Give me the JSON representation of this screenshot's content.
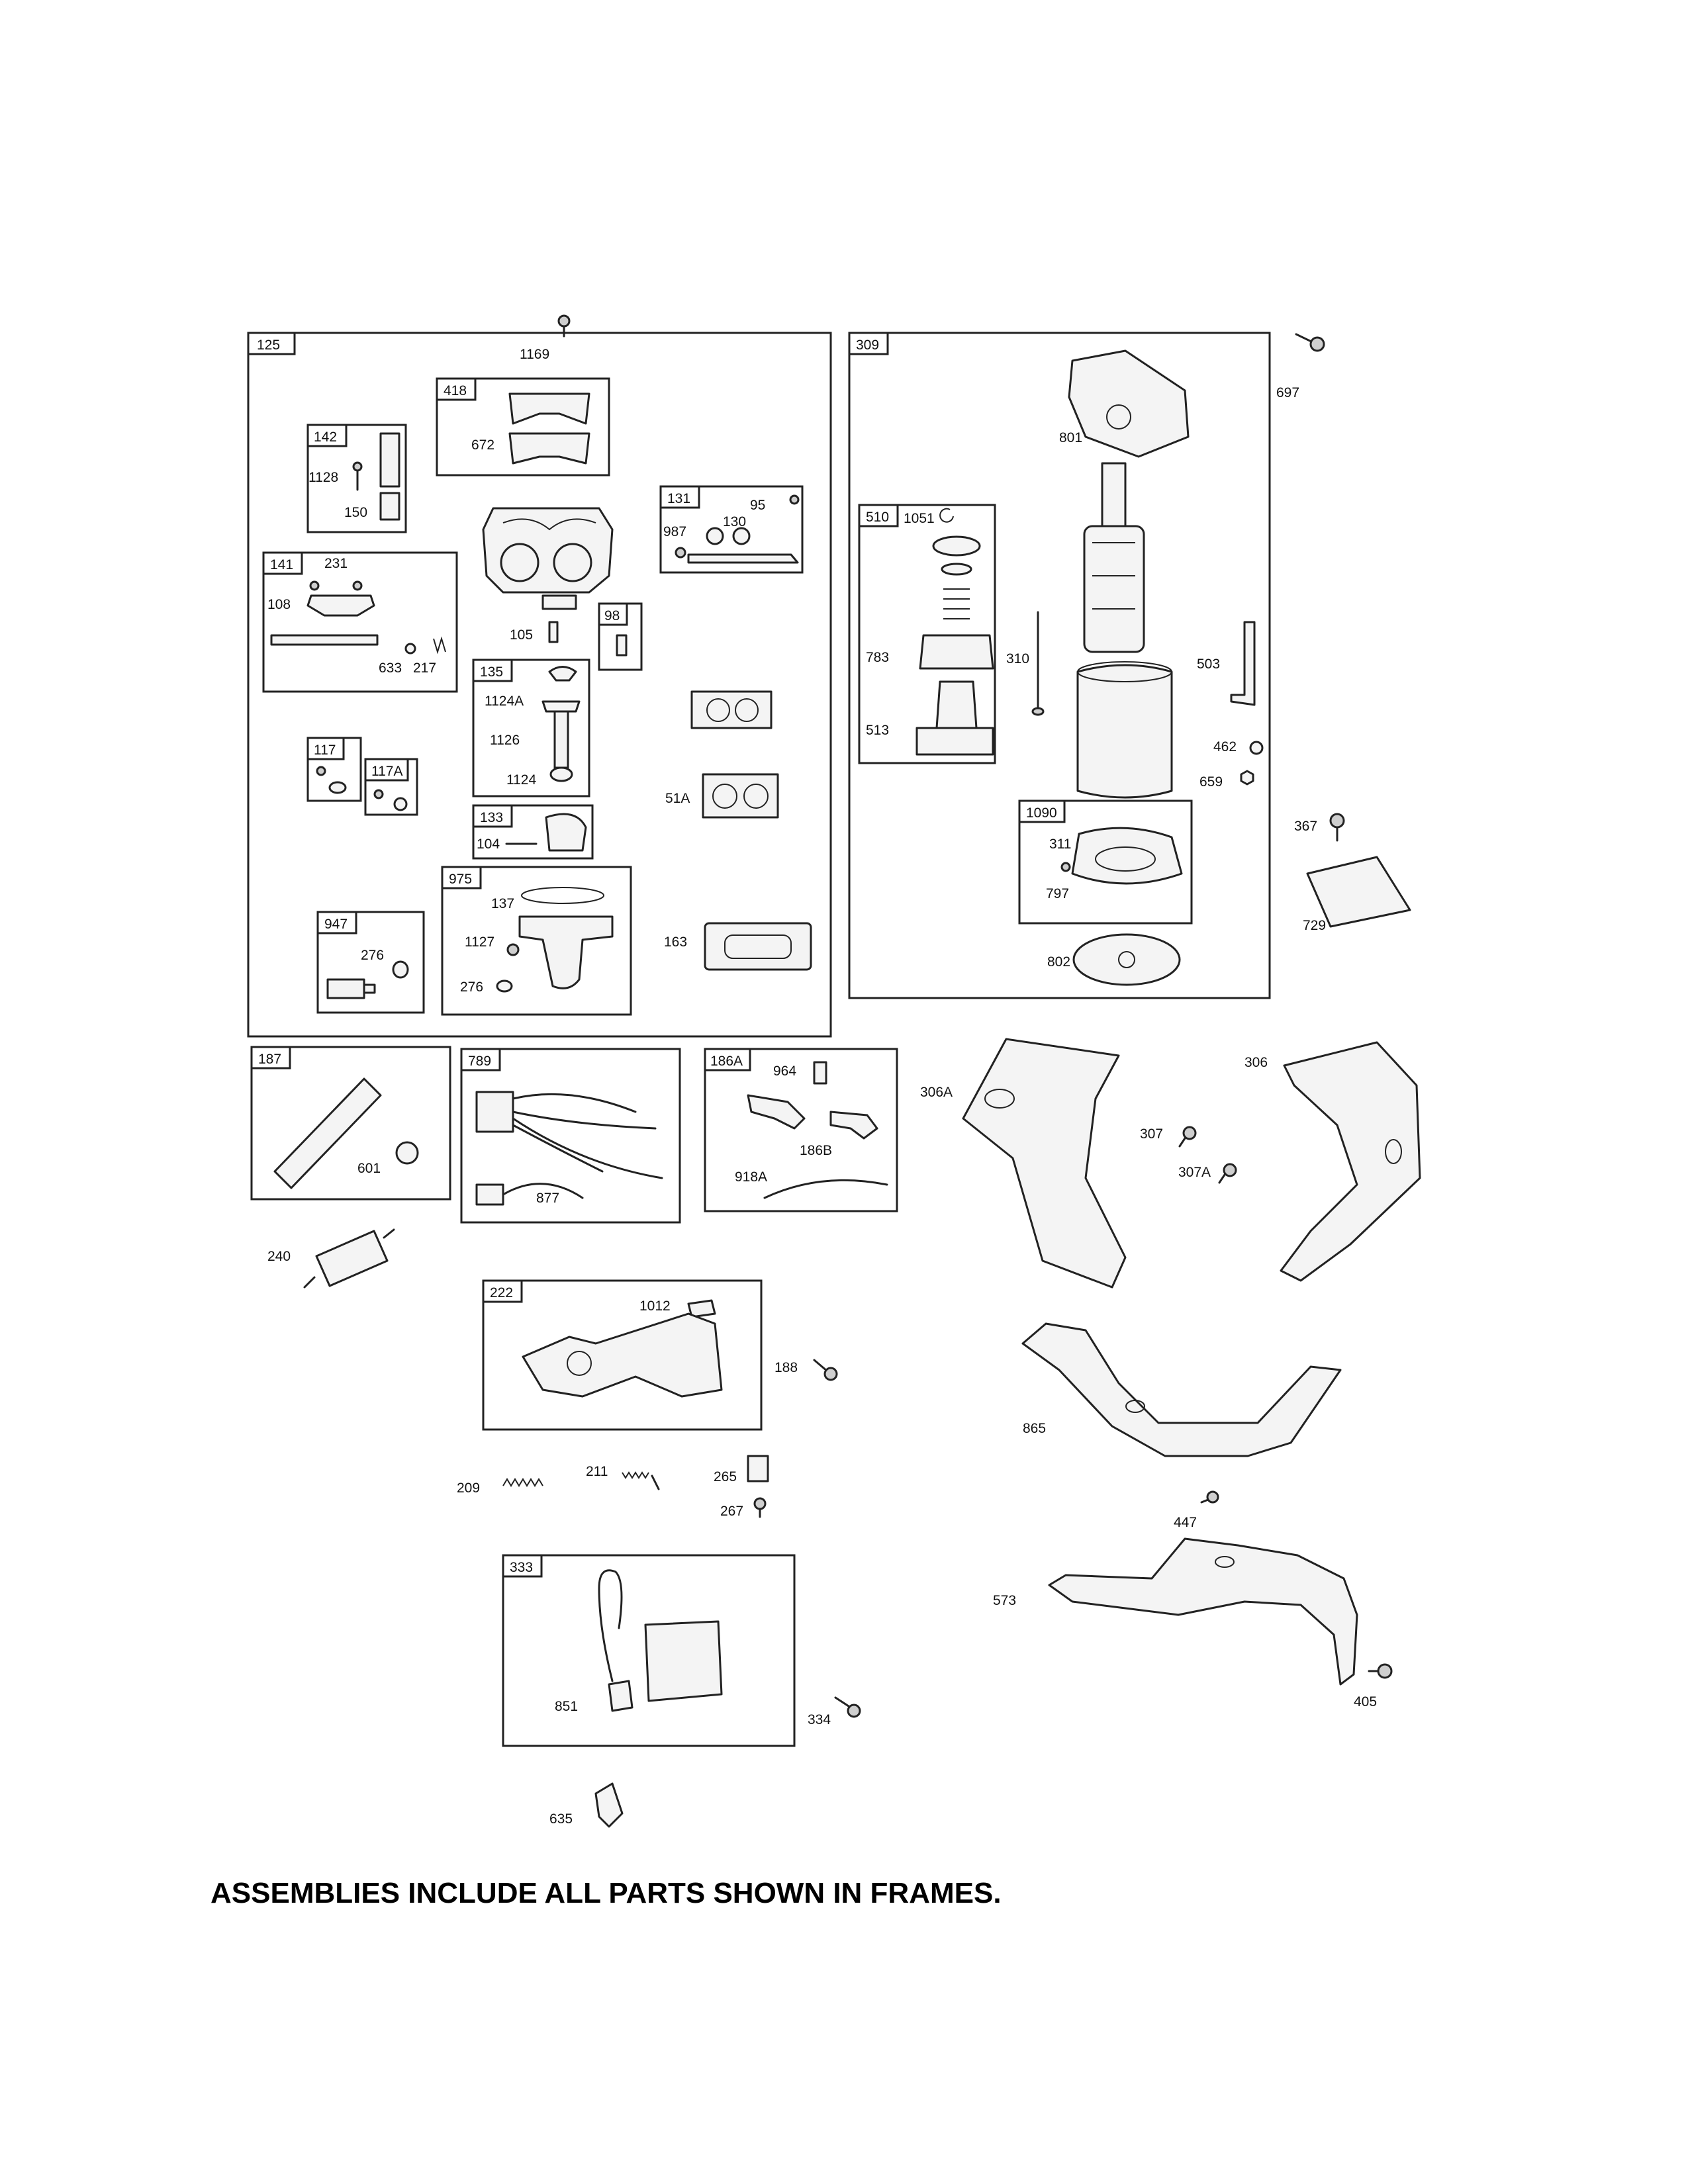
{
  "frames": {
    "f125": "125",
    "f142": "142",
    "f418": "418",
    "f131": "131",
    "f141": "141",
    "f98": "98",
    "f135": "135",
    "f117": "117",
    "f117A": "117A",
    "f133": "133",
    "f975": "975",
    "f947": "947",
    "f309": "309",
    "f510": "510",
    "f1090": "1090",
    "f187": "187",
    "f789": "789",
    "f186A": "186A",
    "f222": "222",
    "f333": "333"
  },
  "callouts": {
    "c1169": "1169",
    "c672": "672",
    "c1128": "1128",
    "c150": "150",
    "c95": "95",
    "c987": "987",
    "c130": "130",
    "c231": "231",
    "c108": "108",
    "c633": "633",
    "c217": "217",
    "c105": "105",
    "c1124A": "1124A",
    "c1126": "1126",
    "c1124": "1124",
    "c51A": "51A",
    "c104": "104",
    "c137": "137",
    "c1127": "1127",
    "c276a": "276",
    "c276b": "276",
    "c163": "163",
    "c697": "697",
    "c801": "801",
    "c1051": "1051",
    "c783": "783",
    "c513": "513",
    "c310": "310",
    "c503": "503",
    "c462": "462",
    "c659": "659",
    "c367": "367",
    "c311": "311",
    "c797": "797",
    "c729": "729",
    "c802": "802",
    "c601": "601",
    "c877": "877",
    "c964": "964",
    "c186B": "186B",
    "c918A": "918A",
    "c240": "240",
    "c306A": "306A",
    "c306": "306",
    "c307": "307",
    "c307A": "307A",
    "c1012": "1012",
    "c188": "188",
    "c865": "865",
    "c209": "209",
    "c211": "211",
    "c265": "265",
    "c267": "267",
    "c447": "447",
    "c573": "573",
    "c405": "405",
    "c851": "851",
    "c334": "334",
    "c635": "635"
  },
  "footer": {
    "note": "ASSEMBLIES INCLUDE ALL PARTS SHOWN IN FRAMES."
  }
}
